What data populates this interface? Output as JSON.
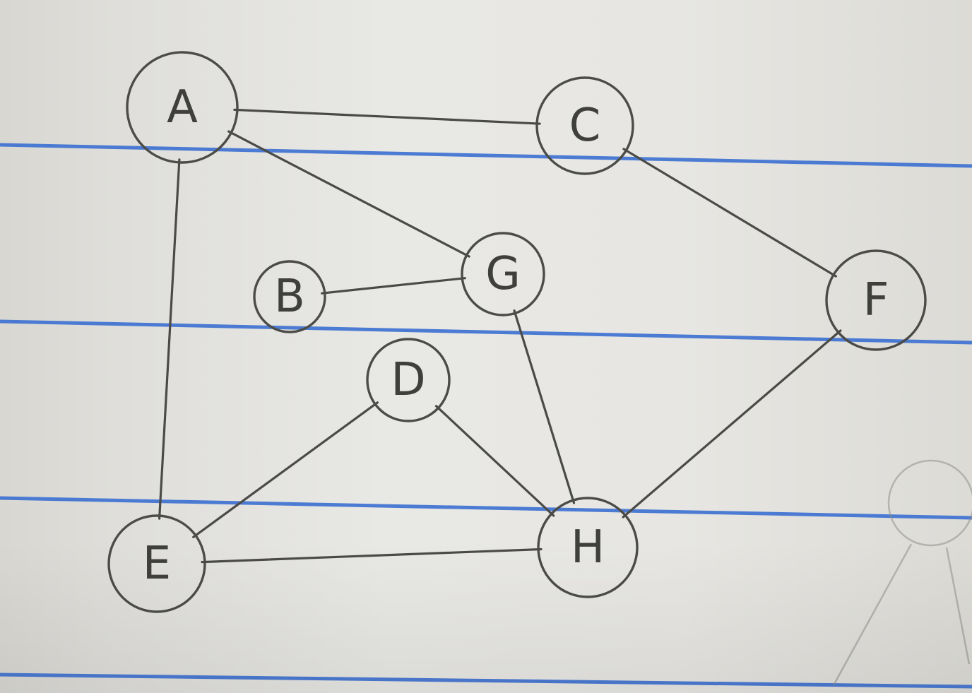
{
  "diagram": {
    "type": "undirected-graph",
    "nodes": [
      {
        "id": "A",
        "label": "A"
      },
      {
        "id": "B",
        "label": "B"
      },
      {
        "id": "C",
        "label": "C"
      },
      {
        "id": "D",
        "label": "D"
      },
      {
        "id": "E",
        "label": "E"
      },
      {
        "id": "F",
        "label": "F"
      },
      {
        "id": "G",
        "label": "G"
      },
      {
        "id": "H",
        "label": "H"
      }
    ],
    "edges": [
      [
        "A",
        "C"
      ],
      [
        "A",
        "G"
      ],
      [
        "A",
        "E"
      ],
      [
        "C",
        "F"
      ],
      [
        "B",
        "G"
      ],
      [
        "G",
        "H"
      ],
      [
        "D",
        "H"
      ],
      [
        "D",
        "E"
      ],
      [
        "E",
        "H"
      ],
      [
        "F",
        "H"
      ]
    ]
  },
  "colors": {
    "ink": "#4a4a46",
    "rule_lines": "#3b6fd1",
    "paper": "#e7e6e2"
  }
}
